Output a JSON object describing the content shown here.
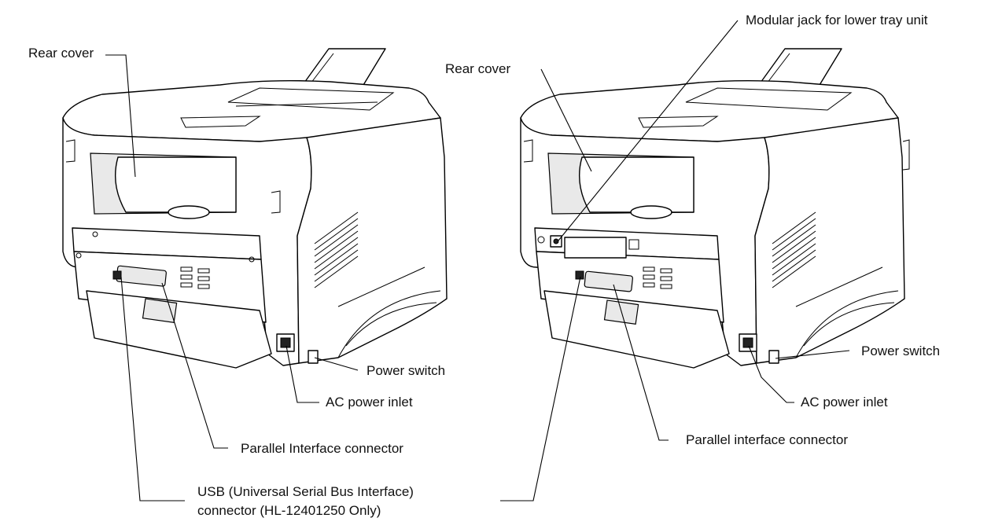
{
  "left_printer": {
    "rear_cover": "Rear cover",
    "power_switch": "Power switch",
    "ac_power_inlet": "AC power inlet",
    "parallel_connector": "Parallel Interface connector"
  },
  "right_printer": {
    "modular_jack": "Modular jack for lower tray unit",
    "rear_cover": "Rear cover",
    "power_switch": "Power switch",
    "ac_power_inlet": "AC power inlet",
    "parallel_connector": "Parallel interface connector"
  },
  "shared": {
    "usb_line1": "USB (Universal Serial Bus Interface)",
    "usb_line2": "connector (HL-12401250 Only)"
  }
}
